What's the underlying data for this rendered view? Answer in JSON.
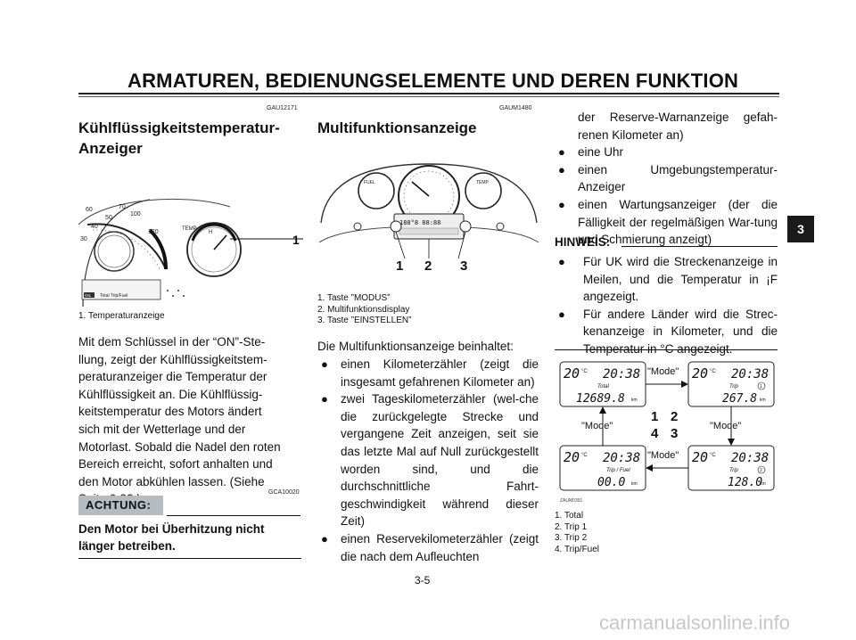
{
  "header": {
    "title": "ARMATUREN, BEDIENUNGSELEMENTE UND DEREN FUNKTION"
  },
  "side_tab": "3",
  "page_number": "3-5",
  "watermark": "carmanualsonline.info",
  "left": {
    "code": "GAU12171",
    "title_line1": "Kühlflüssigkeitstemperatur-",
    "title_line2": "Anzeiger",
    "figure": {
      "callout": "1",
      "gauge_numbers": [
        "60",
        "50",
        "70",
        "100",
        "120",
        "40",
        "30"
      ],
      "temp_label": "TEMP",
      "h_label": "H",
      "lcd_line": "Total Trip/Fuel",
      "oil_label": "OIL"
    },
    "caption": "1. Temperaturanzeige",
    "para": [
      "Mit dem Schlüssel in der “ON”-Ste-",
      "llung, zeigt der Kühlflüssigkeitstem-",
      "peraturanzeiger die Temperatur der",
      "Kühlflüssigkeit an. Die Kühlflüssig-",
      "keitstemperatur des Motors ändert",
      "sich mit der Wetterlage und der",
      "Motorlast. Sobald die Nadel den roten",
      "Bereich erreicht, sofort anhalten und",
      "den Motor abkühlen lassen. (Siehe",
      "Seite 6-32.)"
    ],
    "code2": "GCA10020",
    "warning_label": "ACHTUNG:",
    "warning_text": "Den Motor bei Überhitzung nicht länger betreiben."
  },
  "middle": {
    "code": "GAUM1480",
    "title": "Multifunktionsanzeige",
    "figure": {
      "callouts": [
        "1",
        "2",
        "3"
      ],
      "fuel_label": "FUEL",
      "temp_label": "TEMP",
      "lcd_text": "188°8 88:88"
    },
    "captions": [
      "1. Taste ”MODUS”",
      "2. Multifunktionsdisplay",
      "3. Taste ”EINSTELLEN”"
    ],
    "intro": "Die Multifunktionsanzeige beinhaltet:",
    "bullets": [
      "einen Kilometerzähler (zeigt die insgesamt gefahrenen Kilometer an)",
      "zwei Tageskilometerzähler (wel-che die zurückgelegte Strecke und vergangene Zeit anzeigen, seit sie das letzte Mal auf Null zurückgestellt worden sind, und die durchschnittliche Fahrt-geschwindigkeit während dieser Zeit)",
      "einen Reservekilometerzähler (zeigt die nach dem Aufleuchten"
    ]
  },
  "right": {
    "continuation": "der Reserve-Warnanzeige gefah-renen Kilometer an)",
    "bullets": [
      "eine Uhr",
      "einen Umgebungstemperatur-Anzeiger",
      "einen Wartungsanzeiger (der die Fälligkeit der regelmäßigen War-tung und Schmierung anzeigt)"
    ],
    "hinweis_label": "HINWEIS:",
    "hinweis_bullets": [
      "Für UK wird die Streckenanzeige in Meilen, und die Temperatur in ¡F angezeigt.",
      "Für andere Länder wird die Strec-kenanzeige in Kilometer, und die Temperatur in °C angezeigt."
    ],
    "diagram": {
      "displays": [
        {
          "temp": "20",
          "unit": "°C",
          "time": "20:38",
          "label": "Total",
          "value": "12689.8",
          "value_unit": "km"
        },
        {
          "temp": "20",
          "unit": "°C",
          "time": "20:38",
          "label": "Trip",
          "badge": "1",
          "value": "267.8",
          "value_unit": "km"
        },
        {
          "temp": "20",
          "unit": "°C",
          "time": "20:38",
          "label": "Trip / Fuel",
          "value": "00.0",
          "value_unit": "km"
        },
        {
          "temp": "20",
          "unit": "°C",
          "time": "20:38",
          "label": "Trip",
          "badge": "2",
          "value": "128.0",
          "value_unit": "km"
        }
      ],
      "mode_label": "\"Mode\"",
      "numbers": [
        "1",
        "2",
        "4",
        "3"
      ],
      "code": "ZAUM0391"
    },
    "captions": [
      "1. Total",
      "2. Trip 1",
      "3. Trip 2",
      "4. Trip/Fuel"
    ]
  }
}
